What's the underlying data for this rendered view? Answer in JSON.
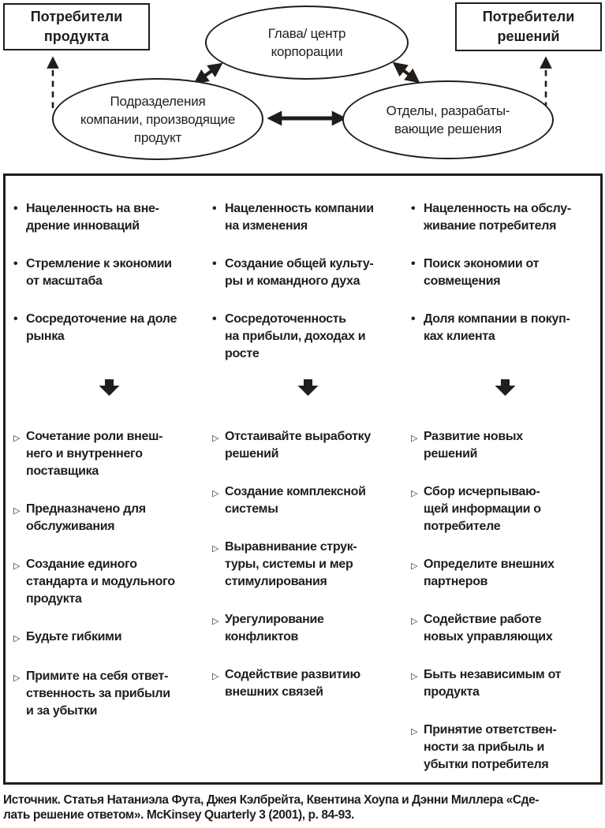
{
  "colors": {
    "ink": "#211d1a",
    "paper": "#ffffff"
  },
  "icons": {
    "dot_bullet": "•",
    "triangle_bullet": "▷"
  },
  "diagram": {
    "left_box": "Потребители\nпродукта",
    "right_box": "Потребители\nрешений",
    "center_ellipse": "Глава/ центр\nкорпорации",
    "left_ellipse": "Подразделения\nкомпании, производящие\nпродукт",
    "right_ellipse": "Отделы, разрабаты-\nвающие решения"
  },
  "matrix": {
    "columns": [
      {
        "focus_items": [
          "Нацеленность на вне-\nдрение инноваций",
          "Стремление к экономии\nот масштаба",
          "Сосредоточение на доле\nрынка"
        ],
        "action_items": [
          "Сочетание роли внеш-\nнего и внутреннего\nпоставщика",
          "Предназначено для\nобслуживания",
          "Создание единого\nстандарта и модульного\nпродукта",
          "Будьте гибкими",
          "Примите на себя ответ-\nственность за прибыли\nи за убытки"
        ]
      },
      {
        "focus_items": [
          "Нацеленность компании\nна изменения",
          "Создание общей культу-\nры и командного духа",
          "Сосредоточенность\nна прибыли, доходах и\nросте"
        ],
        "action_items": [
          "Отстаивайте выработку\nрешений",
          "Создание комплексной\nсистемы",
          "Выравнивание струк-\nтуры, системы и мер\nстимулирования",
          "Урегулирование\nконфликтов",
          "Содействие развитию\nвнешних связей"
        ]
      },
      {
        "focus_items": [
          "Нацеленность на обслу-\nживание потребителя",
          "Поиск экономии от\nсовмещения",
          "Доля компании в покуп-\nках клиента"
        ],
        "action_items": [
          "Развитие новых\nрешений",
          "Сбор исчерпываю-\nщей информации о\nпотребителе",
          "Определите внешних\nпартнеров",
          "Содействие работе\nновых управляющих",
          "Быть независимым от\nпродукта",
          "Принятие ответствен-\nности за прибыль и\nубытки потребителя"
        ]
      }
    ]
  },
  "source": {
    "label": "Источник.",
    "text": " Статья Натаниэла Фута, Джея Кэлбрейта, Квентина Хоупа и Дэнни Миллера «Сде-\nлать решение ответом». McKinsey Quarterly 3 (2001), p. 84-93."
  }
}
